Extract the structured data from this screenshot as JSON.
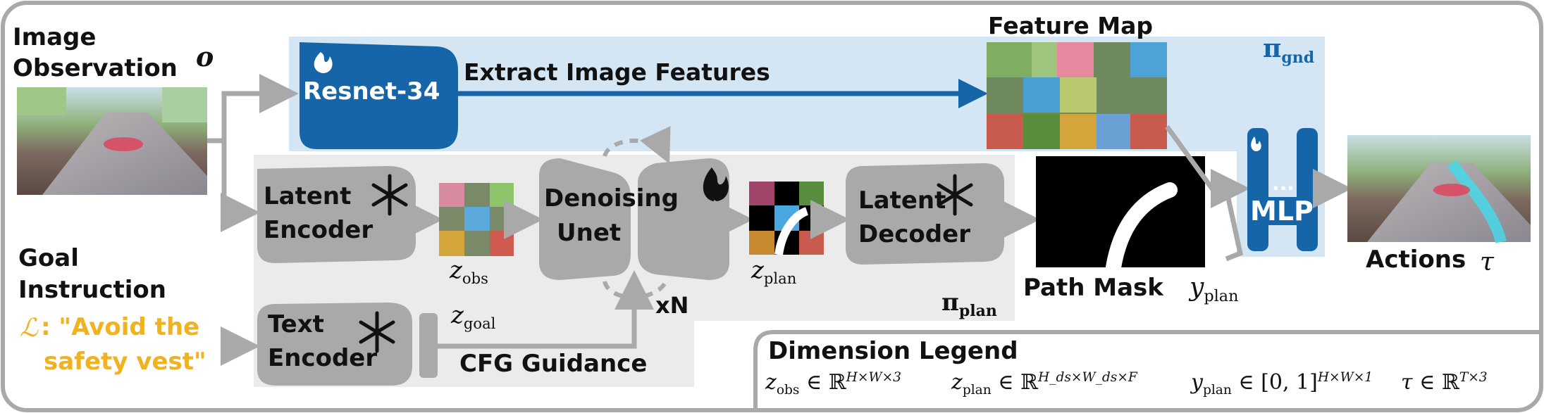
{
  "colors": {
    "blue": "#1565a8",
    "light_blue": "#d4e6f3",
    "gray_block": "#a9a9a9",
    "panel_gray": "#ebebeb",
    "gold_text": "#f0b21e",
    "arrow_gray": "#a9a9a9"
  },
  "input": {
    "title_line1": "Image",
    "title_line2": "Observation",
    "symbol": "o"
  },
  "goal": {
    "title_line1": "Goal",
    "title_line2": "Instruction",
    "symbol": "ℒ",
    "text_line1": ": \"Avoid the",
    "text_line2": "safety vest\""
  },
  "grounding": {
    "encoder": "Resnet-34",
    "arrow_label": "Extract Image Features",
    "feature_map": "Feature Map",
    "policy_label": "π",
    "policy_sub": "gnd",
    "mlp": "MLP",
    "mlp_dots": "...",
    "output_label": "Actions",
    "output_symbol": "τ"
  },
  "planning": {
    "latent_encoder_1": "Latent",
    "latent_encoder_2": "Encoder",
    "z_obs": "z",
    "z_obs_sub": "obs",
    "denoising_1": "Denoising",
    "denoising_2": "Unet",
    "repeat": "xN",
    "z_plan": "z",
    "z_plan_sub": "plan",
    "latent_decoder_1": "Latent",
    "latent_decoder_2": "Decoder",
    "path_mask": "Path Mask",
    "y_plan": "y",
    "y_plan_sub": "plan",
    "policy_label": "π",
    "policy_sub": "plan"
  },
  "text_branch": {
    "encoder_1": "Text",
    "encoder_2": "Encoder",
    "z_goal": "z",
    "z_goal_sub": "goal",
    "guidance": "CFG Guidance"
  },
  "legend": {
    "title": "Dimension Legend",
    "item1_var": "z",
    "item1_sub": "obs",
    "item1_in": " ∈ ℝ",
    "item1_sup": "H×W×3",
    "item2_var": "z",
    "item2_sub": "plan",
    "item2_in": " ∈ ℝ",
    "item2_sup": "H_ds×W_ds×F",
    "item3_var": "y",
    "item3_sub": "plan",
    "item3_in": " ∈ [0, 1]",
    "item3_sup": "H×W×1",
    "item4_var": "τ",
    "item4_in": " ∈ ℝ",
    "item4_sup": "T×3"
  }
}
